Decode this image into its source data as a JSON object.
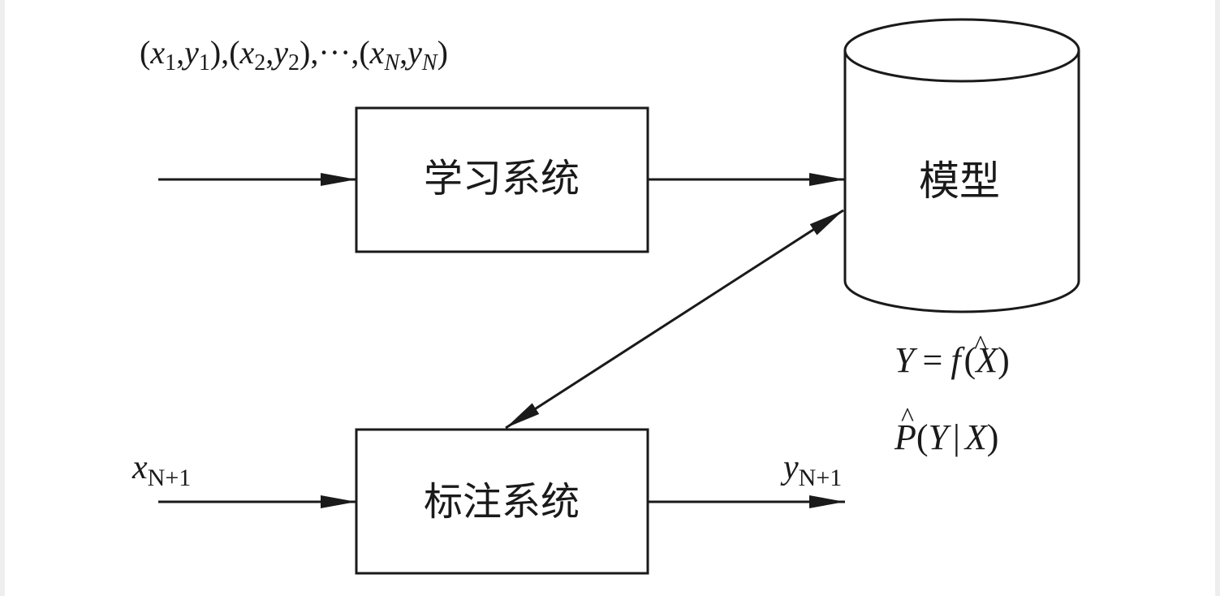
{
  "colors": {
    "line": "#1a1a1a",
    "background": "#ffffff"
  },
  "boxes": {
    "learning_system": "学习系统",
    "labeling_system": "标注系统",
    "model": "模型"
  },
  "training_data": {
    "open1": "(",
    "x1": "x",
    "x1_sub": "1",
    "comma1": ",",
    "y1": "y",
    "y1_sub": "1",
    "close1": "),",
    "open2": "(",
    "x2": "x",
    "x2_sub": "2",
    "comma2": ",",
    "y2": "y",
    "y2_sub": "2",
    "close2": "),",
    "ellipsis": "···,",
    "openN": "(",
    "xN": "x",
    "xN_sub": "N",
    "commaN": ",",
    "yN": "y",
    "yN_sub": "N",
    "closeN": ")"
  },
  "model_formulas": {
    "f_Y": "Y",
    "f_eq": "=",
    "f_hat": "^",
    "f_f": "f",
    "f_paren_open": "(",
    "f_X": "X",
    "f_paren_close": ")",
    "p_hat": "^",
    "p_P": "P",
    "p_paren_open": "(",
    "p_Y": "Y",
    "p_bar": "|",
    "p_X": "X",
    "p_paren_close": ")"
  },
  "io": {
    "input_var": "x",
    "input_sub": "N+1",
    "output_var": "y",
    "output_sub": "N+1"
  }
}
